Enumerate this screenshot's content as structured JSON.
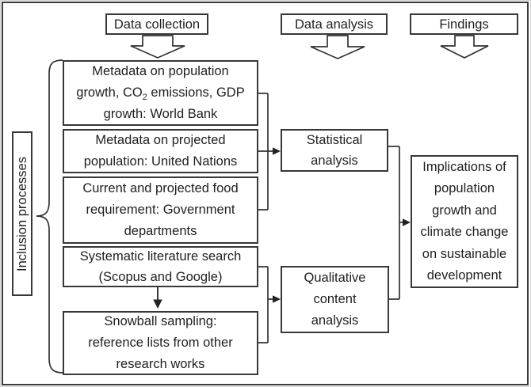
{
  "diagram": {
    "headers": {
      "data_collection": "Data collection",
      "data_analysis": "Data analysis",
      "findings": "Findings"
    },
    "side_label": "Inclusion processes",
    "collection_boxes": {
      "world_bank": {
        "line1": "Metadata on population",
        "line2_pre": "growth, CO",
        "line2_sub": "2",
        "line2_post": " emissions, GDP",
        "line3": "growth: World Bank"
      },
      "united_nations": [
        "Metadata on projected",
        "population: United Nations"
      ],
      "government": [
        "Current and projected food",
        "requirement: Government",
        "departments"
      ],
      "literature": [
        "Systematic literature search",
        "(Scopus and Google)"
      ],
      "snowball": [
        "Snowball sampling:",
        "reference lists from other",
        "research works"
      ]
    },
    "analysis_boxes": {
      "statistical": [
        "Statistical",
        "analysis"
      ],
      "qualitative": [
        "Qualitative",
        "content",
        "analysis"
      ]
    },
    "findings_box": [
      "Implications of",
      "population",
      "growth and",
      "climate change",
      "on sustainable",
      "development"
    ],
    "colors": {
      "stroke": "#333333",
      "text": "#1f1f1f",
      "background": "#ffffff"
    }
  }
}
